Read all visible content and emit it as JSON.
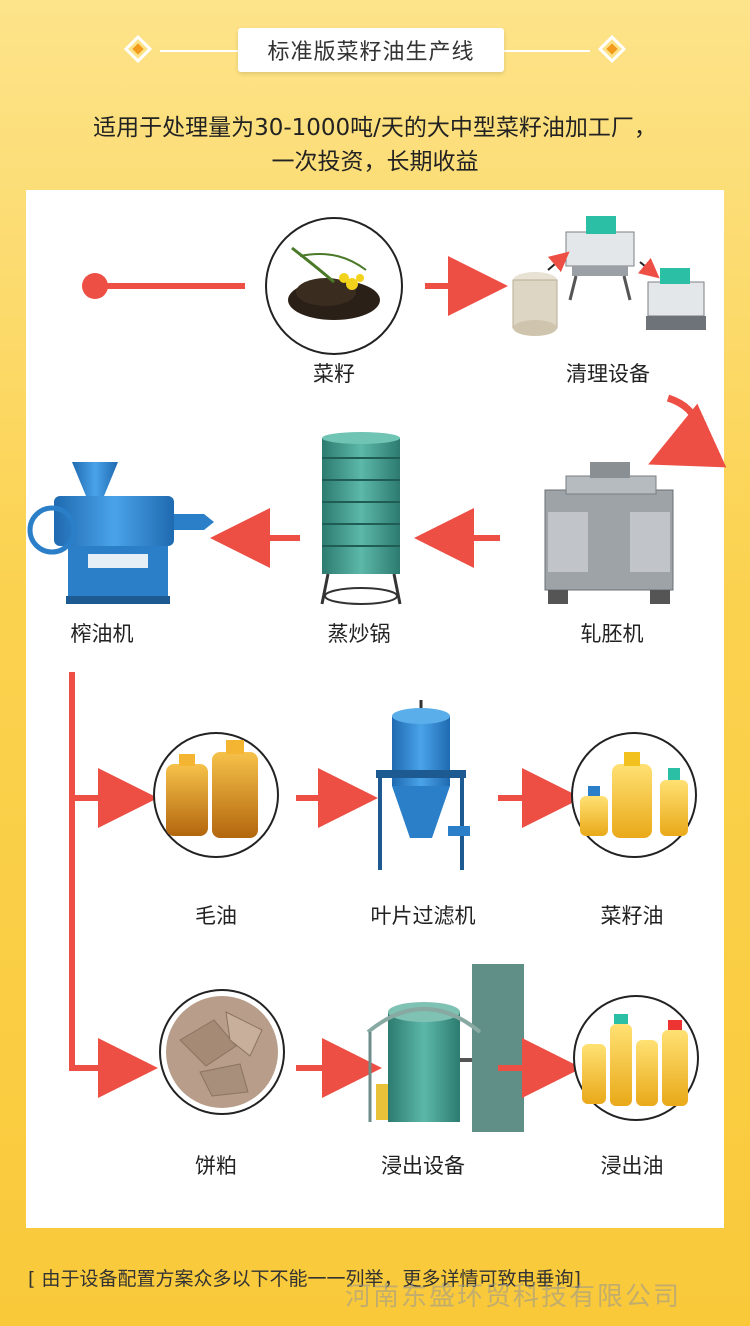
{
  "header": {
    "title": "标准版菜籽油生产线",
    "subtitle_line1": "适用于处理量为30-1000吨/天的大中型菜籽油加工厂，",
    "subtitle_line2": "一次投资，长期收益"
  },
  "steps": {
    "rapeseed": "菜籽",
    "cleaning": "清理设备",
    "flaking": "轧胚机",
    "cooker": "蒸炒锅",
    "press": "榨油机",
    "crude_oil": "毛油",
    "leaf_filter": "叶片过滤机",
    "rapeseed_oil": "菜籽油",
    "cake": "饼粕",
    "extraction": "浸出设备",
    "extracted_oil": "浸出油"
  },
  "footer": {
    "note": "[ 由于设备配置方案众多以下不能一一列举，更多详情可致电垂询]",
    "watermark": "河南东盛环贸科技有限公司"
  },
  "colors": {
    "arrow": "#ee4f45",
    "accent": "#f39b1d",
    "machine_blue": "#2a7fc8",
    "machine_teal": "#3e9a8c"
  }
}
